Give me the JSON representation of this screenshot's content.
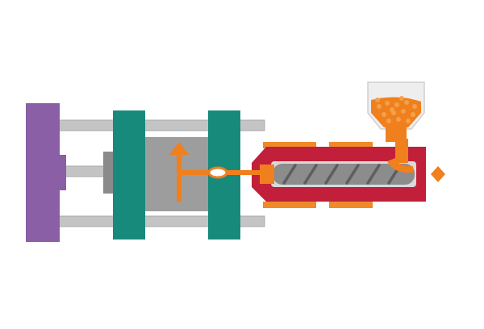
{
  "diagram": {
    "parts": [
      "clamp-platen",
      "tie-bars",
      "moving-platen",
      "fixed-platen",
      "mold",
      "heater-bands",
      "barrel",
      "screw",
      "hopper",
      "pellets",
      "melt-flow",
      "ejection-arrow",
      "drive-marker"
    ]
  },
  "colors": {
    "background": "#ffffff",
    "clamp_platen": "#8a5fa6",
    "tie_bar": "#c4c4c4",
    "tie_bar_edge": "#a9a9a9",
    "platen": "#178a7c",
    "mold_block": "#9d9d9d",
    "mold_block_dark": "#8a8a8a",
    "barrel": "#c11f3a",
    "barrel_inner": "#d9d9d9",
    "screw": "#8c8c8c",
    "heater": "#ef8a2b",
    "melt": "#f07f1e",
    "hopper": "#eeeeee",
    "hopper_edge": "#cfcfcf",
    "pellet": "#f4a04a"
  }
}
